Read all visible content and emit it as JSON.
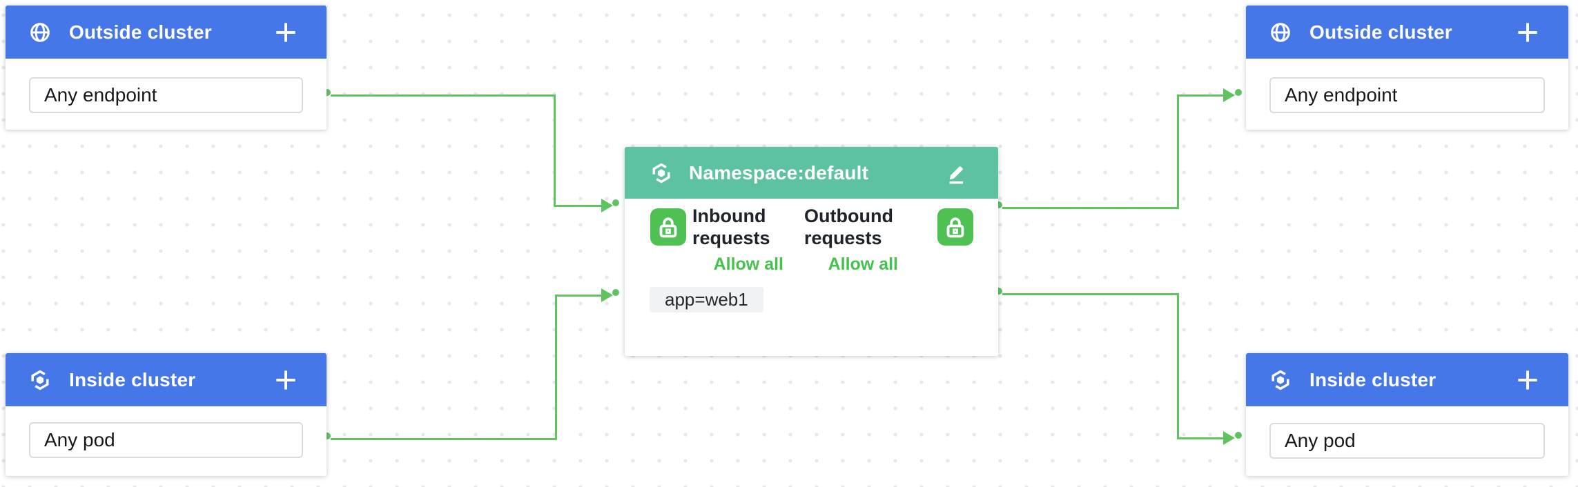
{
  "colors": {
    "header_blue": "#4677e8",
    "header_teal": "#5cc2a1",
    "edge_green": "#5fc360",
    "lock_green": "#4fc153",
    "allow_green": "#45c24b",
    "tag_bg": "#f1f2f4"
  },
  "nodes": {
    "outside_top_left": {
      "title": "Outside cluster",
      "icon": "globe-icon",
      "add_icon": "plus-icon",
      "value": "Any endpoint"
    },
    "outside_top_right": {
      "title": "Outside cluster",
      "icon": "globe-icon",
      "add_icon": "plus-icon",
      "value": "Any endpoint"
    },
    "inside_bottom_left": {
      "title": "Inside cluster",
      "icon": "cluster-icon",
      "add_icon": "plus-icon",
      "value": "Any pod"
    },
    "inside_bottom_right": {
      "title": "Inside cluster",
      "icon": "cluster-icon",
      "add_icon": "plus-icon",
      "value": "Any pod"
    },
    "namespace": {
      "title": "Namespace:default",
      "icon": "cluster-icon",
      "edit_icon": "pencil-icon",
      "inbound": {
        "line1": "Inbound",
        "line2": "requests",
        "action": "Allow all",
        "icon": "unlock-icon"
      },
      "outbound": {
        "line1": "Outbound",
        "line2": "requests",
        "action": "Allow all",
        "icon": "unlock-icon"
      },
      "selector": "app=web1"
    }
  }
}
